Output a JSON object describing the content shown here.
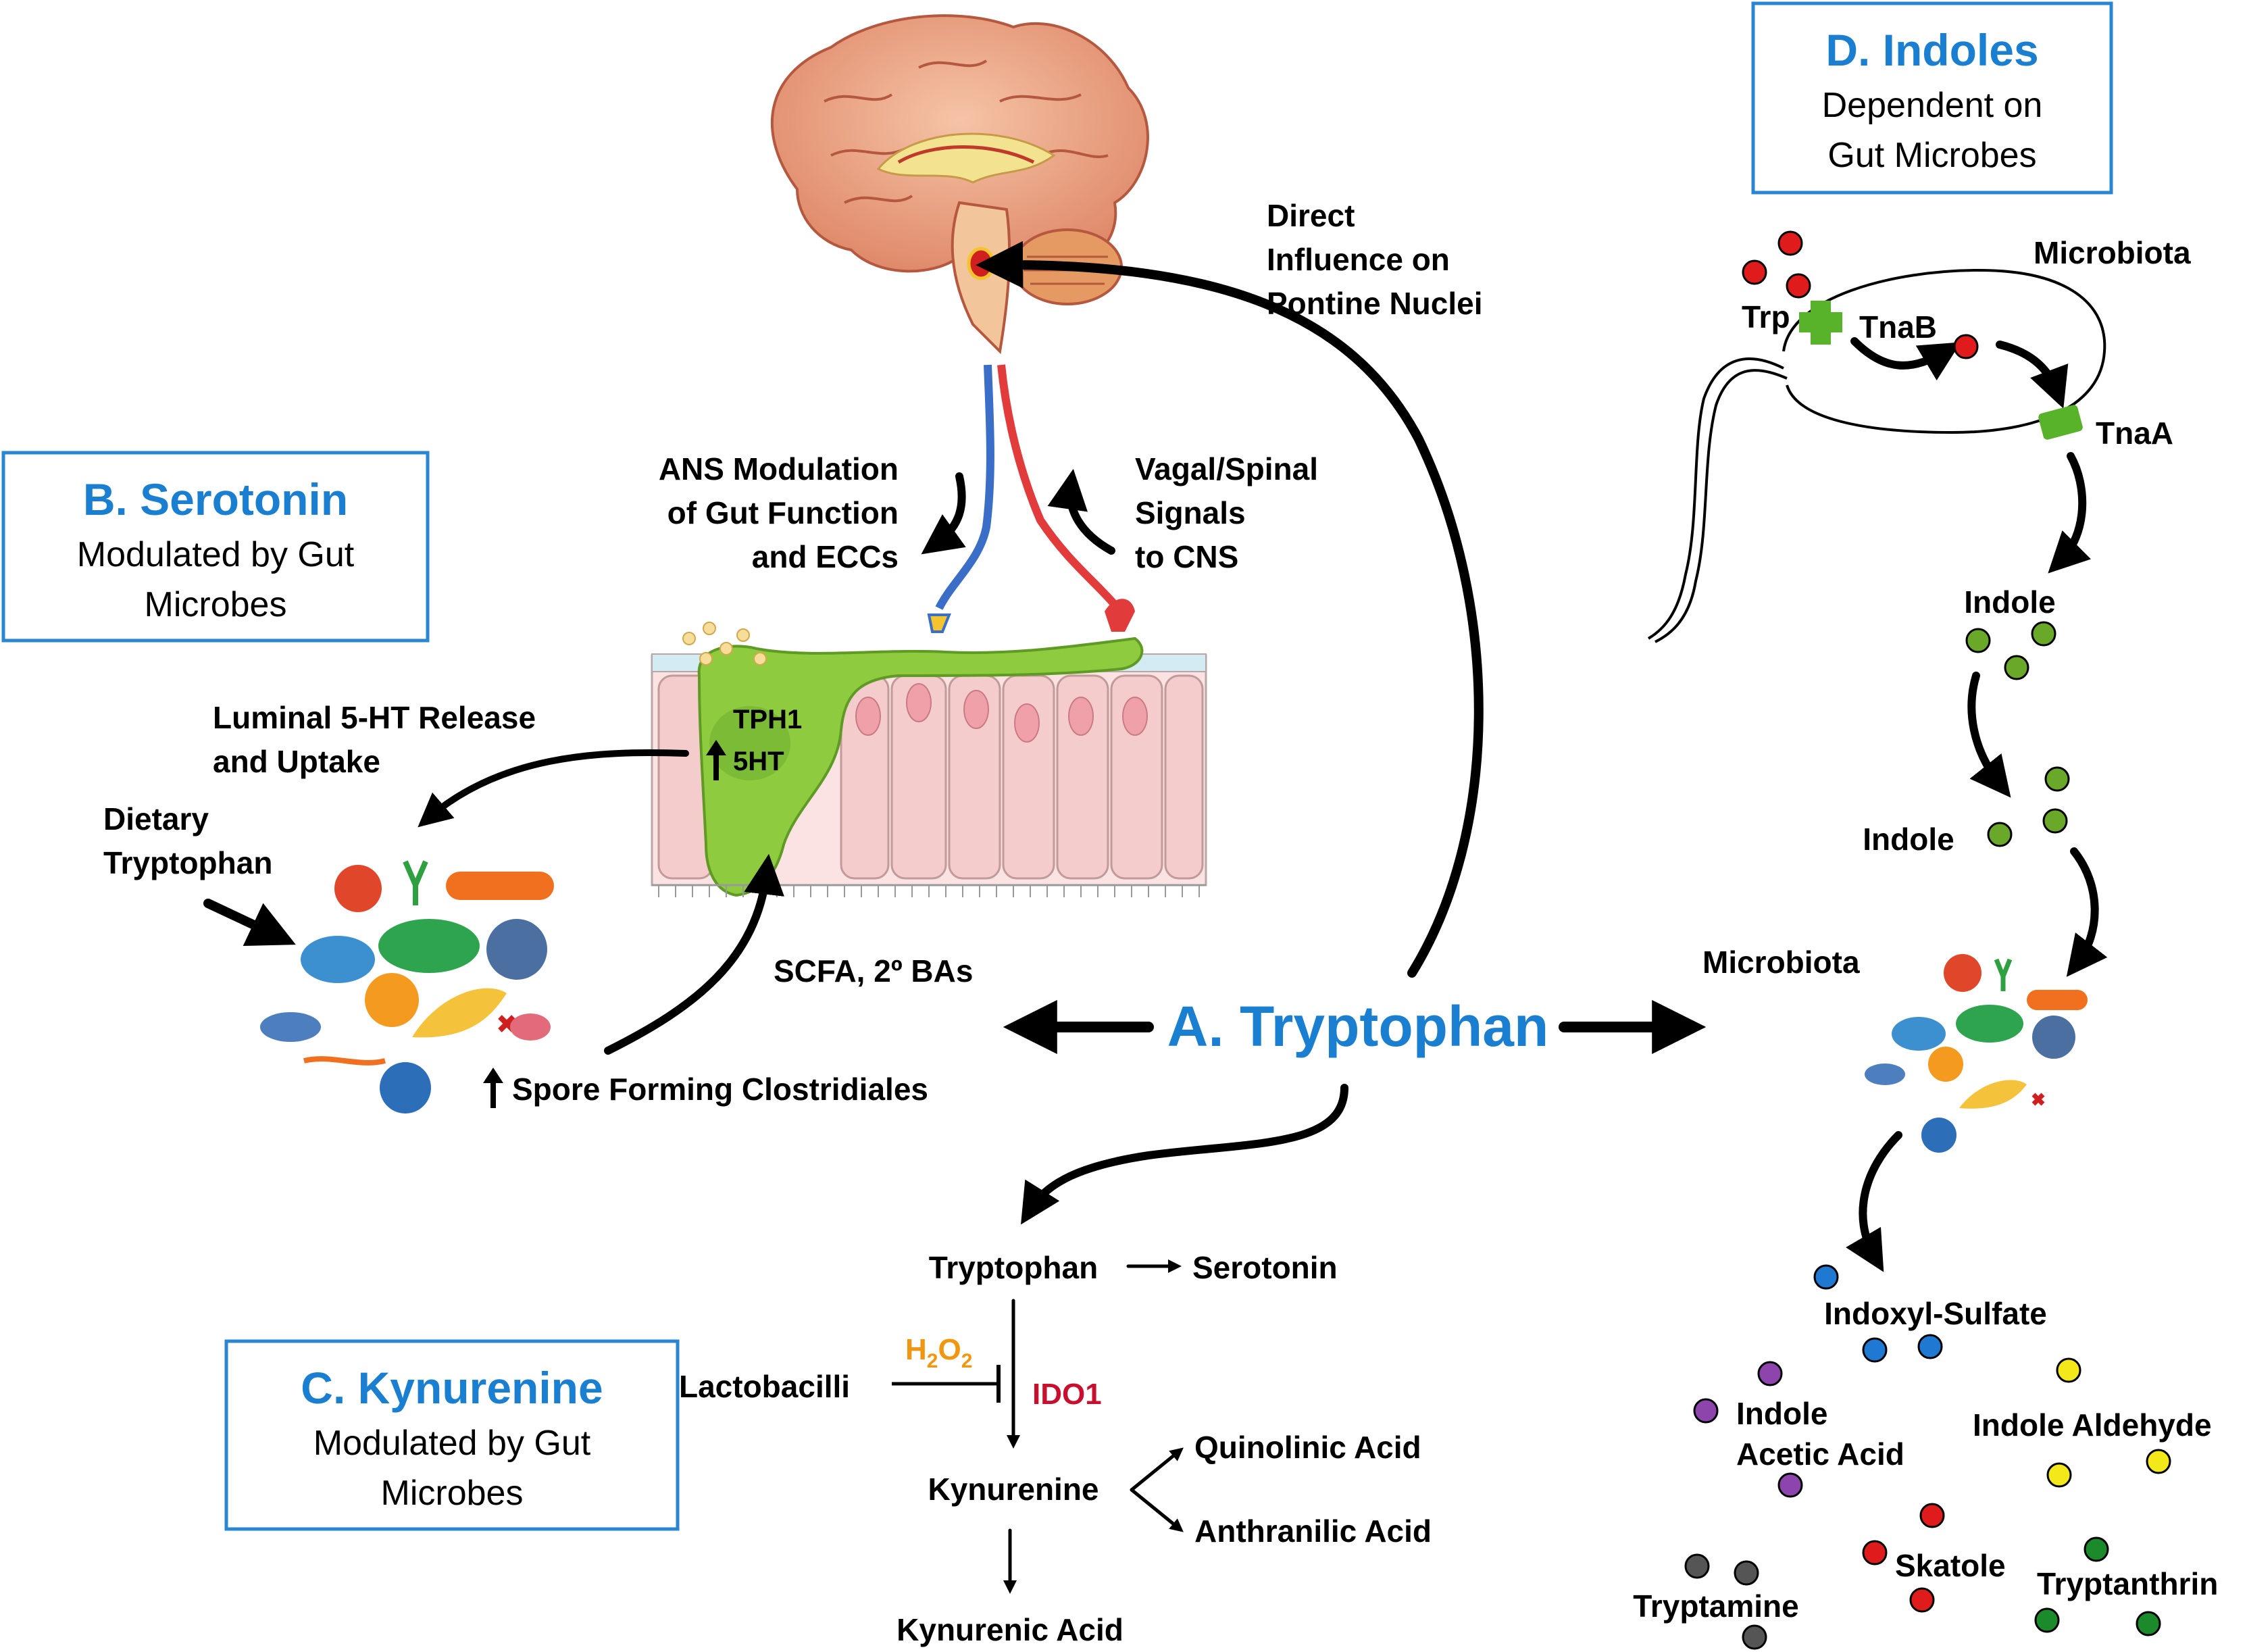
{
  "colors": {
    "title_blue": "#1a7fd0",
    "box_border": "#2b86d1",
    "h2o2": "#f0960f",
    "ido1": "#c8102e",
    "trp_red": "#e01b1b",
    "indole_green": "#6aa82a",
    "sulfate_blue": "#1f78d1",
    "acetic_purple": "#8e44ad",
    "aldehyde_yellow": "#f2e81a",
    "tryptamine_gray": "#555555",
    "tryptanthrin_green": "#1a8a2a",
    "transporter_green": "#58b32a"
  },
  "icons": [
    "brain-illustration",
    "gut-epithelium-illustration",
    "gut-microbes-illustration",
    "bacterium-outline"
  ],
  "center": {
    "title": "A. Tryptophan"
  },
  "boxes": {
    "serotonin": {
      "title": "B. Serotonin",
      "sub1": "Modulated by Gut",
      "sub2": "Microbes"
    },
    "kynurenine": {
      "title": "C. Kynurenine",
      "sub1": "Modulated by Gut",
      "sub2": "Microbes"
    },
    "indoles": {
      "title": "D. Indoles",
      "sub1": "Dependent on",
      "sub2": "Gut Microbes"
    }
  },
  "brain": {
    "direct_1": "Direct",
    "direct_2": "Influence on",
    "direct_3": "Pontine Nuclei"
  },
  "ans": {
    "l1": "ANS Modulation",
    "l2": "of Gut Function",
    "l3": "and ECCs"
  },
  "vagal": {
    "l1": "Vagal/Spinal",
    "l2": "Signals",
    "l3": "to CNS"
  },
  "cell": {
    "tph1": "TPH1",
    "fivehtlabel": "5HT"
  },
  "serotonin_side": {
    "luminal_1": "Luminal 5-HT Release",
    "luminal_2": "and Uptake",
    "dietary_1": "Dietary",
    "dietary_2": "Tryptophan",
    "scfa": "SCFA, 2º BAs",
    "spore": "Spore Forming Clostridiales"
  },
  "kyn_path": {
    "tryptophan": "Tryptophan",
    "serotonin": "Serotonin",
    "lactobacilli": "Lactobacilli",
    "h2o2_main": "H",
    "h2o2_sub1": "2",
    "h2o2_o": "O",
    "h2o2_sub2": "2",
    "ido1": "IDO1",
    "kynurenine": "Kynurenine",
    "quinolinic": "Quinolinic Acid",
    "anthranilic": "Anthranilic Acid",
    "kynurenic": "Kynurenic Acid"
  },
  "indole_path": {
    "microbiota_top": "Microbiota",
    "trp": "Trp",
    "tnab": "TnaB",
    "tnaa": "TnaA",
    "indole1": "Indole",
    "indole2": "Indole",
    "microbiota_mid": "Microbiota",
    "indoxyl": "Indoxyl-Sulfate",
    "acetic_1": "Indole",
    "acetic_2": "Acetic Acid",
    "aldehyde": "Indole Aldehyde",
    "skatole": "Skatole",
    "tryptamine": "Tryptamine",
    "tryptanthrin": "Tryptanthrin"
  }
}
